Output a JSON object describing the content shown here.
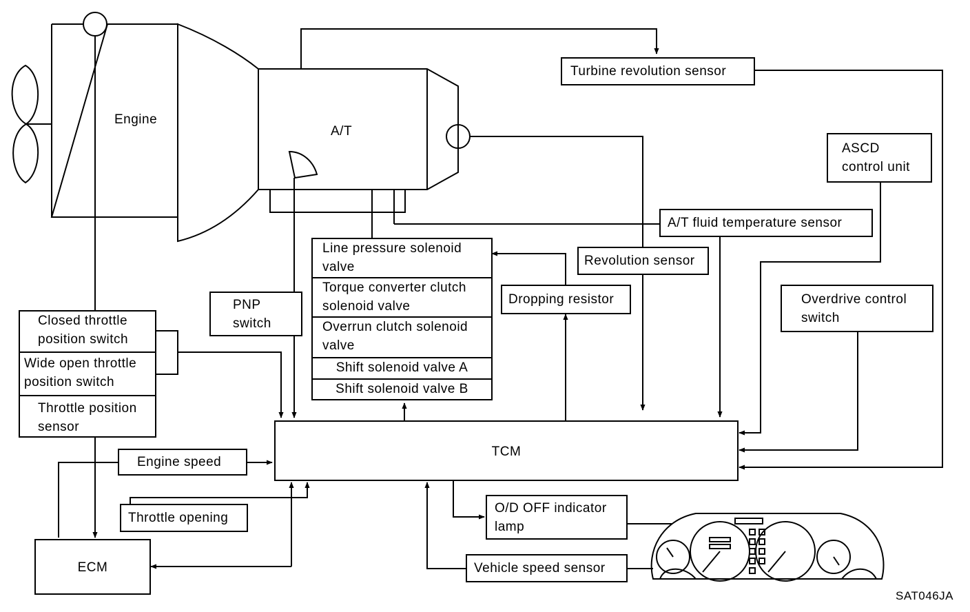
{
  "engine": {
    "label": "Engine"
  },
  "transmission": {
    "label": "A/T"
  },
  "turbine_sensor": {
    "label": "Turbine revolution sensor"
  },
  "ascd": {
    "line1": "ASCD",
    "line2": "control unit"
  },
  "fluid_temp_sensor": {
    "label": "A/T fluid temperature sensor"
  },
  "revolution_sensor": {
    "label": "Revolution sensor"
  },
  "dropping_resistor": {
    "label": "Dropping resistor"
  },
  "overdrive_switch": {
    "line1": "Overdrive control",
    "line2": "switch"
  },
  "pnp_switch": {
    "line1": "PNP",
    "line2": "switch"
  },
  "solenoids": [
    {
      "line1": "Line pressure solenoid",
      "line2": "valve"
    },
    {
      "line1": "Torque converter clutch",
      "line2": "solenoid valve"
    },
    {
      "line1": "Overrun clutch solenoid",
      "line2": "valve"
    },
    {
      "line1": "Shift solenoid valve A"
    },
    {
      "line1": "Shift solenoid valve B"
    }
  ],
  "throttle_switches": [
    {
      "line1": "Closed throttle",
      "line2": "position switch"
    },
    {
      "line1": "Wide open throttle",
      "line2": "position switch"
    },
    {
      "line1": "Throttle position",
      "line2": "sensor"
    }
  ],
  "tcm": {
    "label": "TCM"
  },
  "engine_speed": {
    "label": "Engine speed"
  },
  "throttle_opening": {
    "label": "Throttle opening"
  },
  "ecm": {
    "label": "ECM"
  },
  "od_lamp": {
    "line1": "O/D OFF indicator",
    "line2": "lamp"
  },
  "vehicle_speed_sensor": {
    "label": "Vehicle speed sensor"
  },
  "figure_code": {
    "label": "SAT046JA"
  }
}
